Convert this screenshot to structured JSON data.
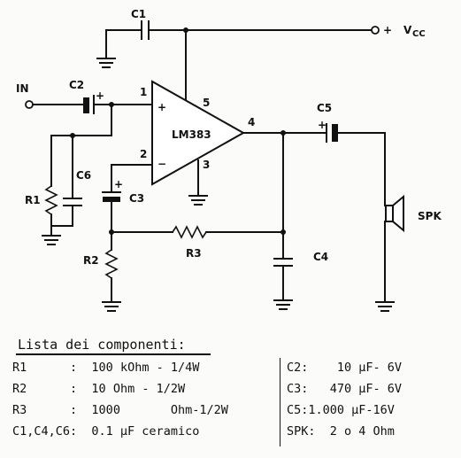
{
  "schematic": {
    "labels": {
      "in": "IN",
      "vcc": "V",
      "vcc_sub": "CC",
      "vcc_plus": "+",
      "ic": "LM383",
      "pin1": "1",
      "pin2": "2",
      "pin3": "3",
      "pin4": "4",
      "pin5": "5",
      "c1": "C1",
      "c2": "C2",
      "c3": "C3",
      "c4": "C4",
      "c5": "C5",
      "c6": "C6",
      "r1": "R1",
      "r2": "R2",
      "r3": "R3",
      "spk": "SPK",
      "plus": "+",
      "minus": "−"
    }
  },
  "parts_list": {
    "title": "Lista dei componenti:",
    "left": [
      {
        "ref": "R1",
        "value": ":  100 kOhm - 1/4W"
      },
      {
        "ref": "R2",
        "value": ":  10 Ohm - 1/2W"
      },
      {
        "ref": "R3",
        "value": ":  1000       Ohm-1/2W"
      },
      {
        "ref": "C1,C4,C6:",
        "value": "  0.1 µF ceramico"
      }
    ],
    "right": [
      {
        "ref": "C2",
        "value": ":    10 µF- 6V"
      },
      {
        "ref": "C3",
        "value": ":   470 µF- 6V"
      },
      {
        "ref": "C5",
        "value": ":1.000 µF-16V"
      },
      {
        "ref": "SPK",
        "value": ":  2 o 4 Ohm"
      }
    ]
  }
}
